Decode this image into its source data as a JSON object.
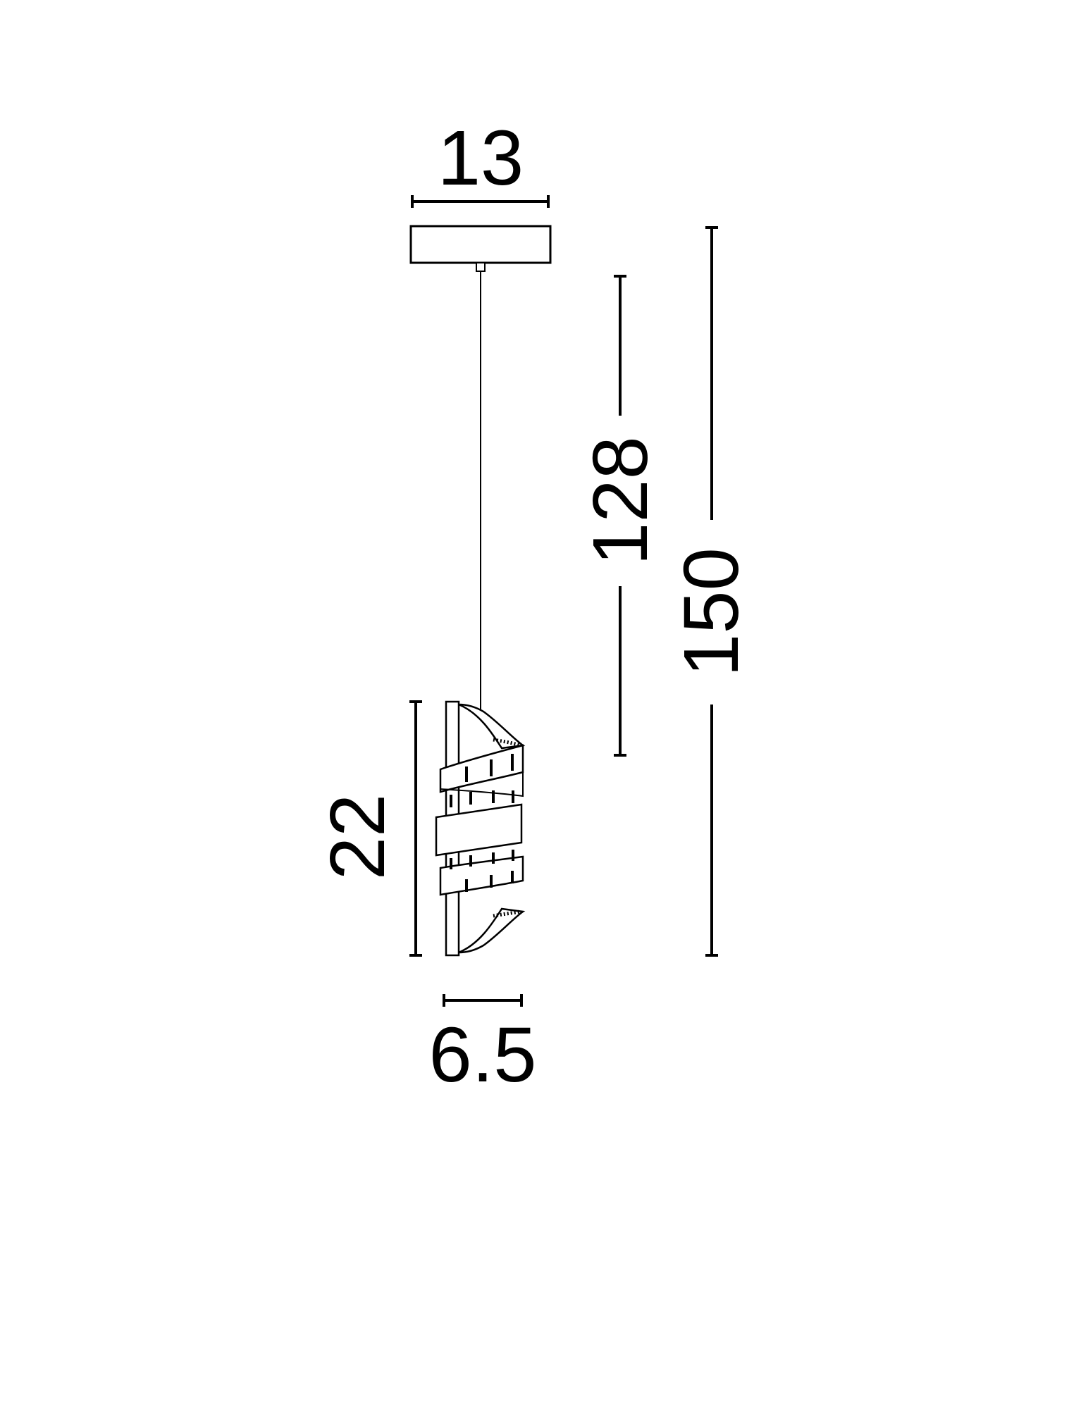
{
  "diagram": {
    "dimensions": {
      "canopy_width": "13",
      "cable_length": "128",
      "total_height": "150",
      "shade_height": "22",
      "shade_width": "6.5"
    },
    "colors": {
      "line": "#000000",
      "background": "#ffffff"
    }
  }
}
